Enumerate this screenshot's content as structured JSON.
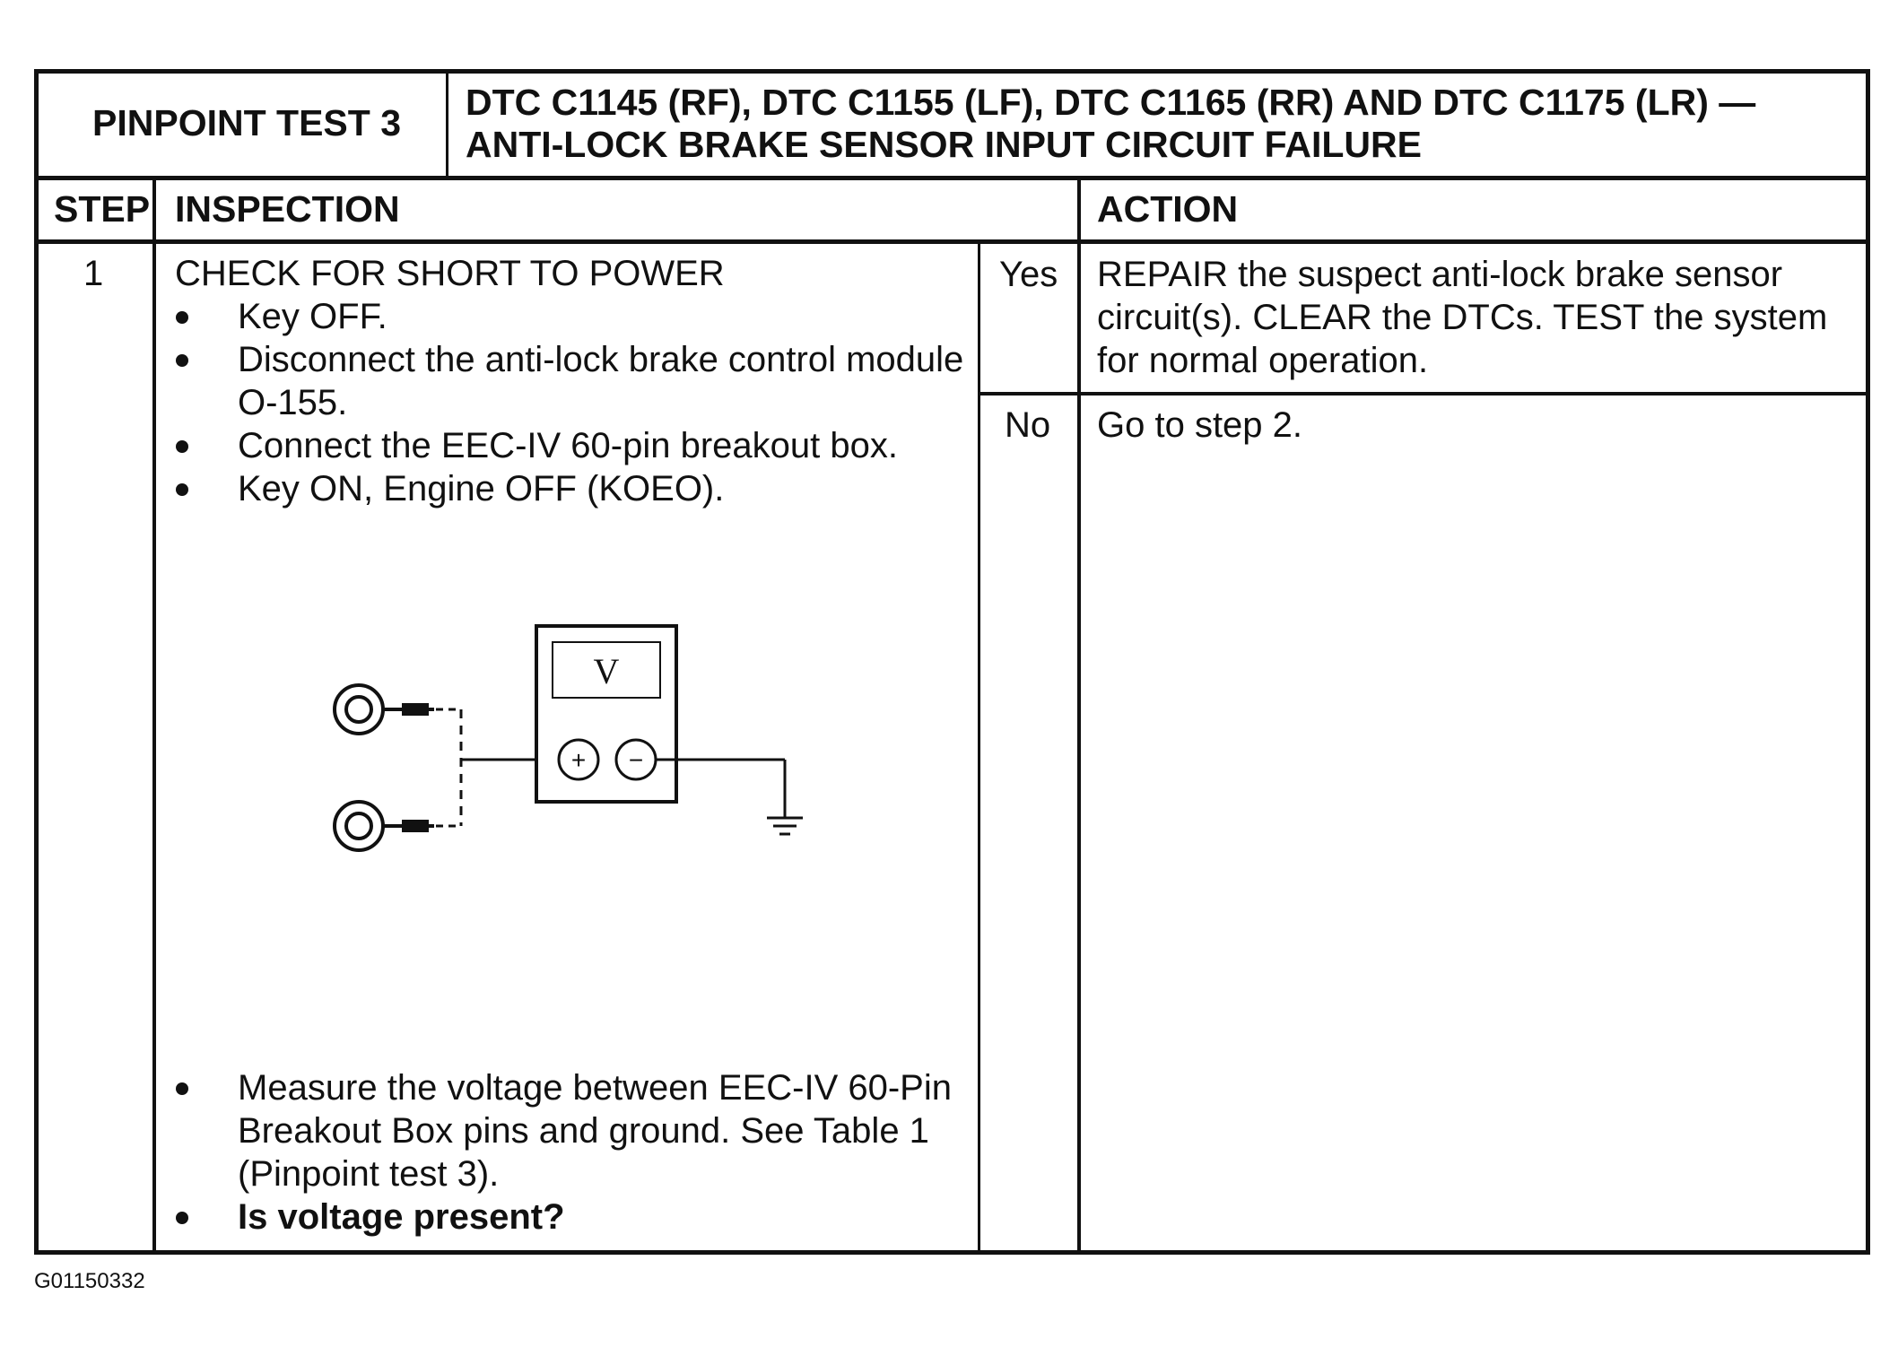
{
  "header": {
    "test_label": "PINPOINT TEST 3",
    "title_line1": "DTC C1145 (RF), DTC C1155 (LF), DTC C1165 (RR) AND DTC C1175 (LR) —",
    "title_line2": "ANTI-LOCK BRAKE SENSOR INPUT CIRCUIT FAILURE"
  },
  "columns": {
    "step": "STEP",
    "inspection": "INSPECTION",
    "action": "ACTION"
  },
  "step1": {
    "number": "1",
    "heading": "CHECK FOR SHORT TO POWER",
    "bullets_top": [
      "Key OFF.",
      "Disconnect the anti-lock brake control module",
      "O-155.",
      "Connect the EEC-IV 60-pin breakout box.",
      "Key ON, Engine OFF (KOEO)."
    ],
    "bullets_bottom": [
      "Measure the voltage between EEC-IV 60-Pin",
      "Breakout Box pins and ground.  See Table 1",
      "(Pinpoint test 3).",
      "Is voltage present?"
    ],
    "meter_symbol": "V",
    "meter_plus": "+",
    "meter_minus": "−"
  },
  "answers": {
    "yes_label": "Yes",
    "yes_action_line1": "REPAIR the suspect anti-lock brake sensor",
    "yes_action_line2": "circuit(s). CLEAR the DTCs. TEST the system",
    "yes_action_line3": "for normal operation.",
    "no_label": "No",
    "no_action": "Go to step 2."
  },
  "footer": {
    "figure_code": "G01150332"
  }
}
